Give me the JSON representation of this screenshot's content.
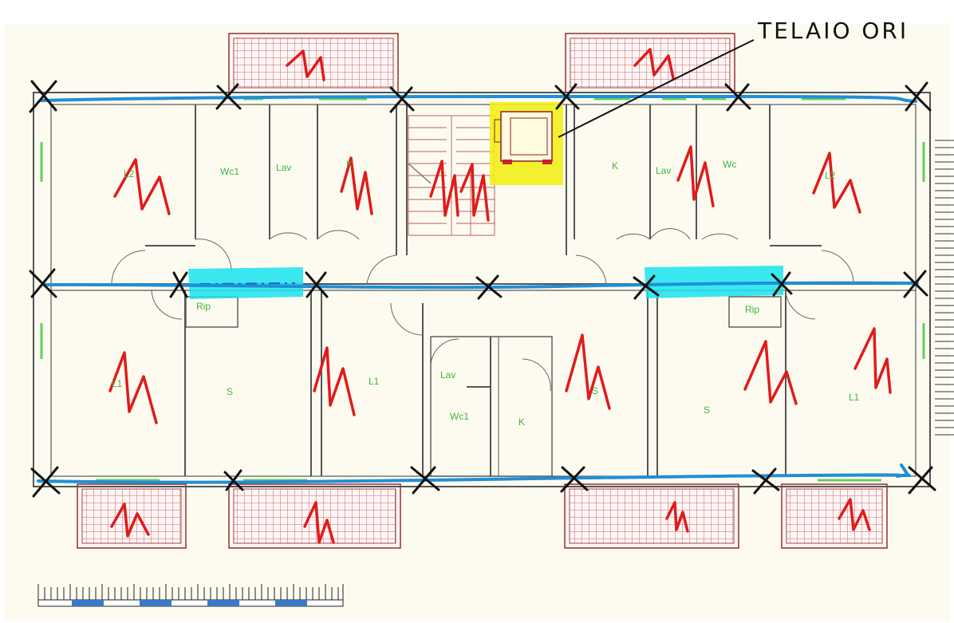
{
  "annotation": {
    "text": "TELAIO ORI"
  },
  "rooms": [
    {
      "id": "L2-left",
      "label": "L2"
    },
    {
      "id": "wc1-top",
      "label": "Wc1"
    },
    {
      "id": "lav-top-left",
      "label": "Lav"
    },
    {
      "id": "k-top-left",
      "label": "K"
    },
    {
      "id": "k-top-right",
      "label": "K"
    },
    {
      "id": "lav-top-right",
      "label": "Lav"
    },
    {
      "id": "wc-top-right",
      "label": "Wc"
    },
    {
      "id": "L2-right",
      "label": "L2"
    },
    {
      "id": "rip-left",
      "label": "Rip"
    },
    {
      "id": "rip-right",
      "label": "Rip"
    },
    {
      "id": "L1-left",
      "label": "L1"
    },
    {
      "id": "s-left",
      "label": "S"
    },
    {
      "id": "L1-center",
      "label": "L1"
    },
    {
      "id": "lav-center",
      "label": "Lav"
    },
    {
      "id": "wc1-center",
      "label": "Wc1"
    },
    {
      "id": "k-center",
      "label": "K"
    },
    {
      "id": "s-center",
      "label": "S"
    },
    {
      "id": "s-right",
      "label": "S"
    },
    {
      "id": "L1-right",
      "label": "L1"
    }
  ],
  "colors": {
    "paper": "#fdfbf0",
    "wall": "#555555",
    "balcony": "#b86060",
    "beam_marker": "#1f8fd8",
    "highlight_cyan": "#19e3ef",
    "highlight_yellow": "#f2ee1a",
    "red_mark": "#e01b1b",
    "room_text": "#3fb43f",
    "window_green": "#5fd05f"
  }
}
